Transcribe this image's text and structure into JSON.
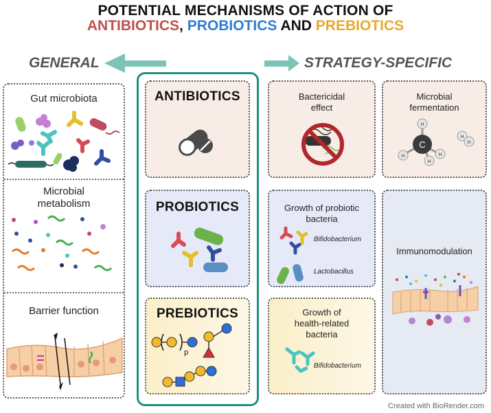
{
  "title": {
    "line1": "POTENTIAL MECHANISMS OF ACTION  OF",
    "antibiotics": "ANTIBIOTICS",
    "comma": ", ",
    "probiotics": "PROBIOTICS",
    "and": " AND ",
    "prebiotics": "PREBIOTICS"
  },
  "headers": {
    "general": "GENERAL",
    "strategy_specific": "STRATEGY-SPECIFIC"
  },
  "general": {
    "gut_microbiota": "Gut microbiota",
    "microbial_metabolism": "Microbial\nmetabolism",
    "barrier_function": "Barrier function"
  },
  "center": {
    "antibiotics": "ANTIBIOTICS",
    "probiotics": "PROBIOTICS",
    "prebiotics": "PREBIOTICS",
    "p_subscript": "p"
  },
  "specific": {
    "bactericidal": "Bactericidal\neffect",
    "fermentation": "Microbial\nfermentation",
    "growth_probiotic": "Growth of probiotic\nbacteria",
    "bifidobacterium_1": "Bifidobacterium",
    "lactobacillus": "Lactobacillus",
    "immunomodulation": "Immunomodulation",
    "growth_health": "Growth of\nhealth-related\nbacteria",
    "bifidobacterium_2": "Bifidobacterium",
    "carbon": "C",
    "hydrogen": "H"
  },
  "credit": "Created with BioRender.com",
  "colors": {
    "antibiotics": "#c0504d",
    "probiotics": "#2e7dd1",
    "prebiotics": "#e8a92e",
    "teal": "#1f8f7f",
    "arrow": "#6fbfb0"
  }
}
